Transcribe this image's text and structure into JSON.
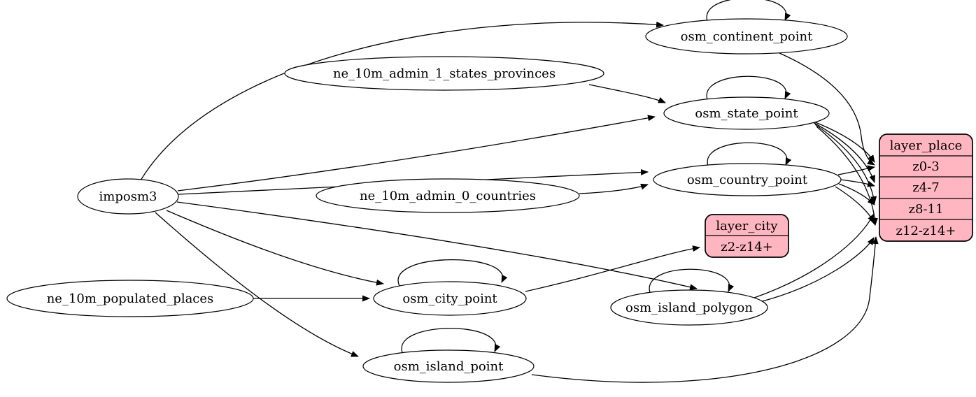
{
  "diagram": {
    "type": "etl-dependency-graph",
    "background": "#ffffff",
    "colors": {
      "table_node_fill": "#ffffff",
      "layer_node_fill": "#ffb6c1",
      "stroke": "#000000"
    },
    "nodes": {
      "imposm3": {
        "label": "imposm3"
      },
      "ne_admin1": {
        "label": "ne_10m_admin_1_states_provinces"
      },
      "ne_admin0": {
        "label": "ne_10m_admin_0_countries"
      },
      "ne_places": {
        "label": "ne_10m_populated_places"
      },
      "continent": {
        "label": "osm_continent_point"
      },
      "state": {
        "label": "osm_state_point"
      },
      "country": {
        "label": "osm_country_point"
      },
      "city": {
        "label": "osm_city_point"
      },
      "island_polygon": {
        "label": "osm_island_polygon"
      },
      "island_point": {
        "label": "osm_island_point"
      }
    },
    "layer_city": {
      "title": "layer_city",
      "rows": [
        "z2-z14+"
      ]
    },
    "layer_place": {
      "title": "layer_place",
      "rows": [
        "z0-3",
        "z4-7",
        "z8-11",
        "z12-z14+"
      ]
    },
    "edges": [
      {
        "from": "imposm3",
        "to": "osm_continent_point"
      },
      {
        "from": "imposm3",
        "to": "osm_state_point"
      },
      {
        "from": "imposm3",
        "to": "osm_country_point"
      },
      {
        "from": "imposm3",
        "to": "osm_city_point"
      },
      {
        "from": "imposm3",
        "to": "osm_island_polygon"
      },
      {
        "from": "imposm3",
        "to": "osm_island_point"
      },
      {
        "from": "ne_10m_admin_1_states_provinces",
        "to": "osm_state_point"
      },
      {
        "from": "ne_10m_admin_0_countries",
        "to": "osm_country_point"
      },
      {
        "from": "ne_10m_populated_places",
        "to": "osm_city_point"
      },
      {
        "from": "osm_continent_point",
        "to": "osm_continent_point"
      },
      {
        "from": "osm_state_point",
        "to": "osm_state_point"
      },
      {
        "from": "osm_country_point",
        "to": "osm_country_point"
      },
      {
        "from": "osm_city_point",
        "to": "osm_city_point"
      },
      {
        "from": "osm_island_polygon",
        "to": "osm_island_polygon"
      },
      {
        "from": "osm_island_point",
        "to": "osm_island_point"
      },
      {
        "from": "osm_continent_point",
        "to": "layer_place",
        "row": "z0-3"
      },
      {
        "from": "osm_state_point",
        "to": "layer_place",
        "row": "z0-3"
      },
      {
        "from": "osm_state_point",
        "to": "layer_place",
        "row": "z4-7"
      },
      {
        "from": "osm_state_point",
        "to": "layer_place",
        "row": "z8-11"
      },
      {
        "from": "osm_state_point",
        "to": "layer_place",
        "row": "z12-z14+"
      },
      {
        "from": "osm_country_point",
        "to": "layer_place",
        "row": "z0-3"
      },
      {
        "from": "osm_country_point",
        "to": "layer_place",
        "row": "z4-7"
      },
      {
        "from": "osm_country_point",
        "to": "layer_place",
        "row": "z8-11"
      },
      {
        "from": "osm_country_point",
        "to": "layer_place",
        "row": "z12-z14+"
      },
      {
        "from": "osm_city_point",
        "to": "layer_city",
        "row": "z2-z14+"
      },
      {
        "from": "osm_island_polygon",
        "to": "layer_place",
        "row": "z8-11"
      },
      {
        "from": "osm_island_polygon",
        "to": "layer_place",
        "row": "z12-z14+"
      },
      {
        "from": "osm_island_point",
        "to": "layer_place",
        "row": "z12-z14+"
      }
    ]
  }
}
